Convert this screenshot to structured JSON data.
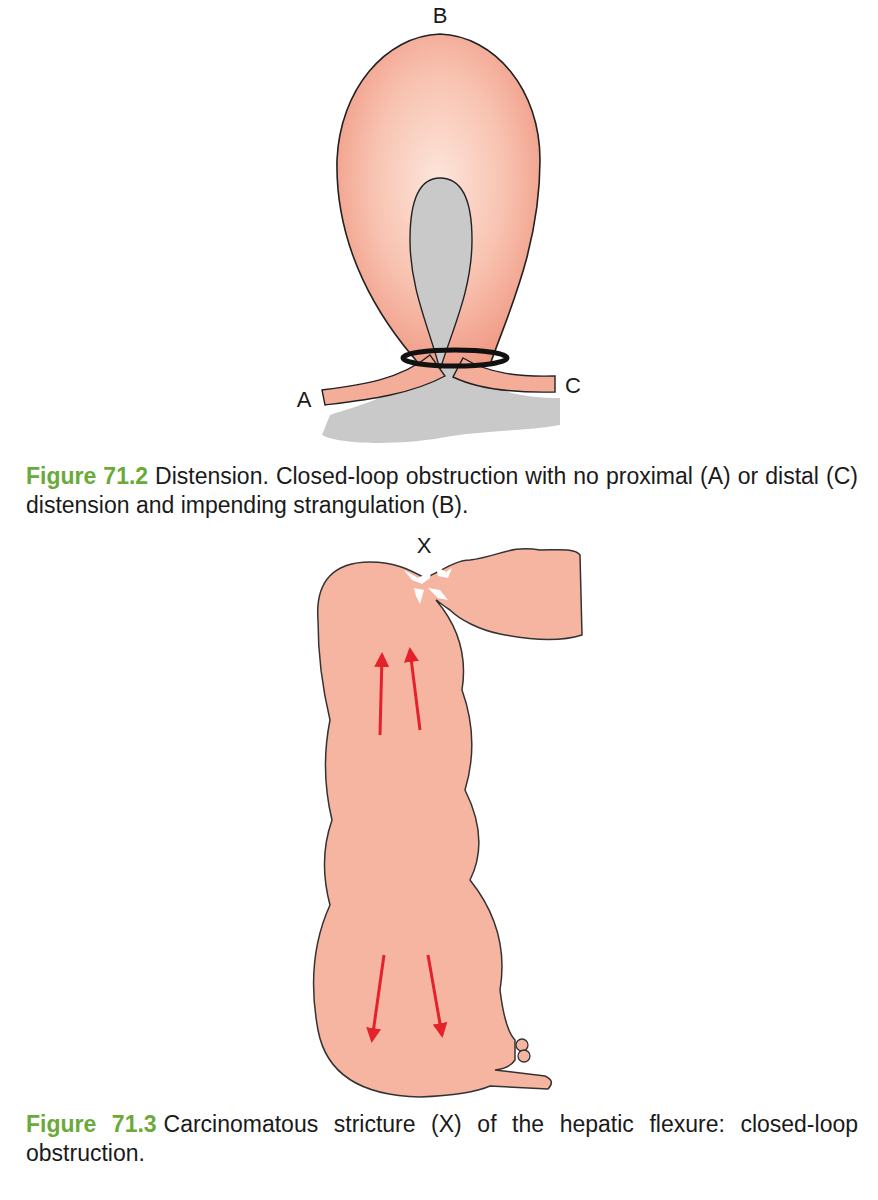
{
  "diagram": {
    "labels": [
      "B",
      "A",
      "C",
      "X",
      "Figure 71.2",
      "Distension. Closed-loop obstruction with no proximal (A) or distal (C) distension and impending strangulation (B).",
      "Figure 71.3",
      "Carcinomatous stricture (X) of the hepatic flexure: closed-loop obstruction."
    ]
  }
}
